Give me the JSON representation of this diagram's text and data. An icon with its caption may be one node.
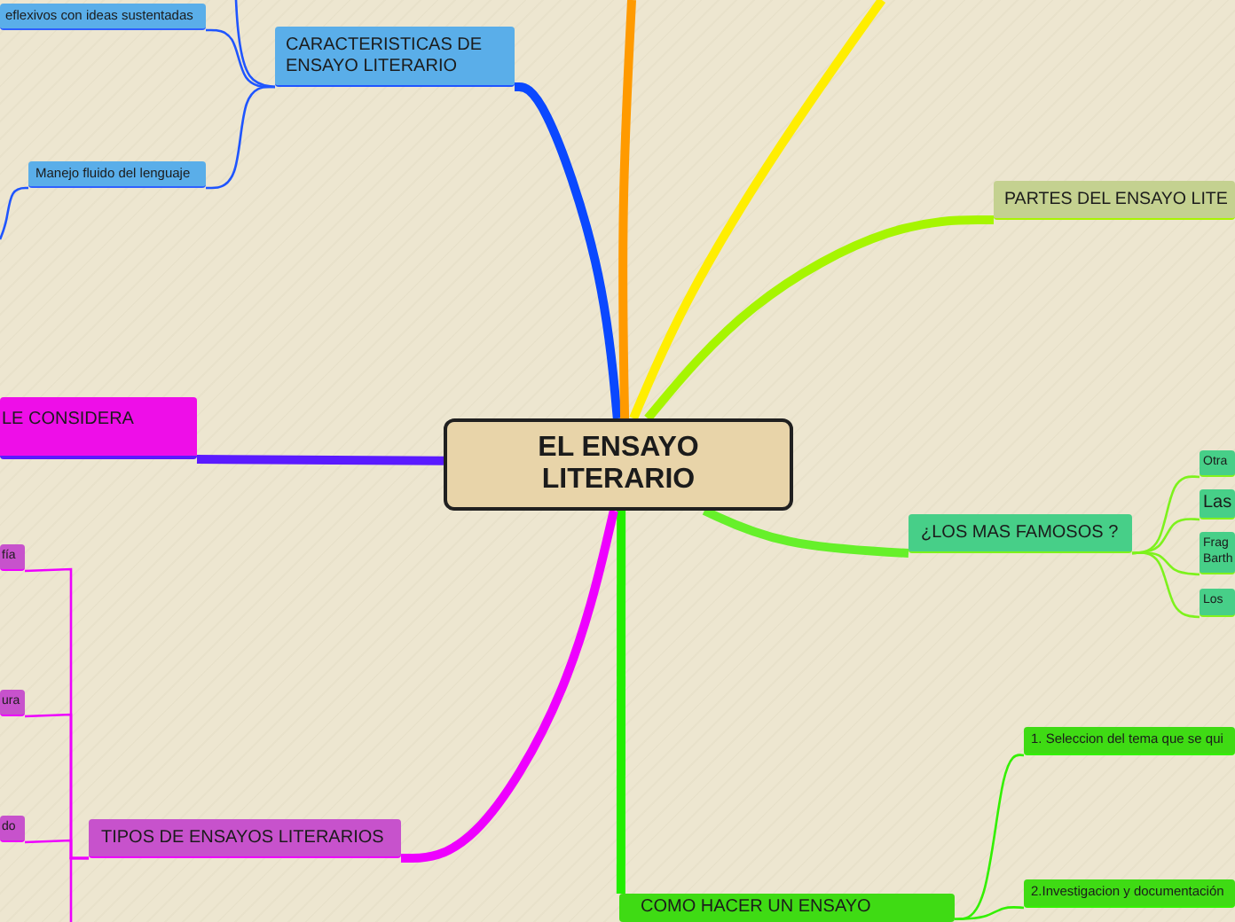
{
  "diagram": {
    "nodes": [
      {
        "text": [
          "EL ENSAYO LITERARIO"
        ]
      },
      {
        "text": [
          "CARACTERISTICAS DE ENSAYO LITERARIO"
        ]
      },
      {
        "text": [
          "eflexivos con ideas sustentadas"
        ]
      },
      {
        "text": [
          "Manejo fluido del lenguaje"
        ]
      },
      {
        "text": [
          "LE CONSIDERA"
        ]
      },
      {
        "text": [
          "TIPOS DE ENSAYOS LITERARIOS"
        ]
      },
      {
        "text": [
          "fía"
        ]
      },
      {
        "text": [
          "ura"
        ]
      },
      {
        "text": [
          "do"
        ]
      },
      {
        "text": [
          "PARTES DEL ENSAYO LITE"
        ]
      },
      {
        "text": [
          "¿LOS MAS FAMOSOS ?"
        ]
      },
      {
        "text": [
          "Otra"
        ]
      },
      {
        "text": [
          "Las"
        ]
      },
      {
        "text": [
          "Frag Barth"
        ]
      },
      {
        "text": [
          "Los"
        ]
      },
      {
        "text": [
          "1. Seleccion del tema que se qui"
        ]
      },
      {
        "text": [
          "2.Investigacion y documentación"
        ]
      },
      {
        "text": [
          "COMO HACER UN ENSAYO"
        ]
      }
    ],
    "edges": [
      {
        "from": 0,
        "to": 1,
        "arrow": "none",
        "style": "thick",
        "color": "#0a48ff"
      },
      {
        "from": 0,
        "to": null,
        "arrow": "none",
        "style": "thick",
        "color": "#ff9a00"
      },
      {
        "from": 0,
        "to": null,
        "arrow": "none",
        "style": "thick",
        "color": "#ffee00"
      },
      {
        "from": 0,
        "to": 9,
        "arrow": "none",
        "style": "thick",
        "color": "#a6f500"
      },
      {
        "from": 0,
        "to": 10,
        "arrow": "none",
        "style": "thick",
        "color": "#66f02a"
      },
      {
        "from": 0,
        "to": 17,
        "arrow": "none",
        "style": "thick",
        "color": "#22ee00"
      },
      {
        "from": 0,
        "to": 5,
        "arrow": "none",
        "style": "thick",
        "color": "#ee00ff"
      },
      {
        "from": 0,
        "to": 4,
        "arrow": "none",
        "style": "thick",
        "color": "#5a1aff"
      },
      {
        "from": 1,
        "to": 2,
        "arrow": "none",
        "color": "#1f55ff"
      },
      {
        "from": 1,
        "to": 3,
        "arrow": "none",
        "color": "#1f55ff"
      },
      {
        "from": 1,
        "to": null,
        "arrow": "none",
        "color": "#1f55ff"
      },
      {
        "from": 3,
        "to": null,
        "arrow": "none",
        "color": "#1f55ff"
      },
      {
        "from": 5,
        "to": 6,
        "arrow": "none",
        "color": "#ee00ff"
      },
      {
        "from": 5,
        "to": 7,
        "arrow": "none",
        "color": "#ee00ff"
      },
      {
        "from": 5,
        "to": 8,
        "arrow": "none",
        "color": "#ee00ff"
      },
      {
        "from": 5,
        "to": null,
        "arrow": "none",
        "color": "#ee00ff"
      },
      {
        "from": 10,
        "to": 11,
        "arrow": "none",
        "color": "#7df21c"
      },
      {
        "from": 10,
        "to": 12,
        "arrow": "none",
        "color": "#7df21c"
      },
      {
        "from": 10,
        "to": 13,
        "arrow": "none",
        "color": "#7df21c"
      },
      {
        "from": 10,
        "to": 14,
        "arrow": "none",
        "color": "#7df21c"
      },
      {
        "from": 17,
        "to": 15,
        "arrow": "none",
        "color": "#33f000"
      },
      {
        "from": 17,
        "to": 16,
        "arrow": "none",
        "color": "#33f000"
      }
    ]
  }
}
